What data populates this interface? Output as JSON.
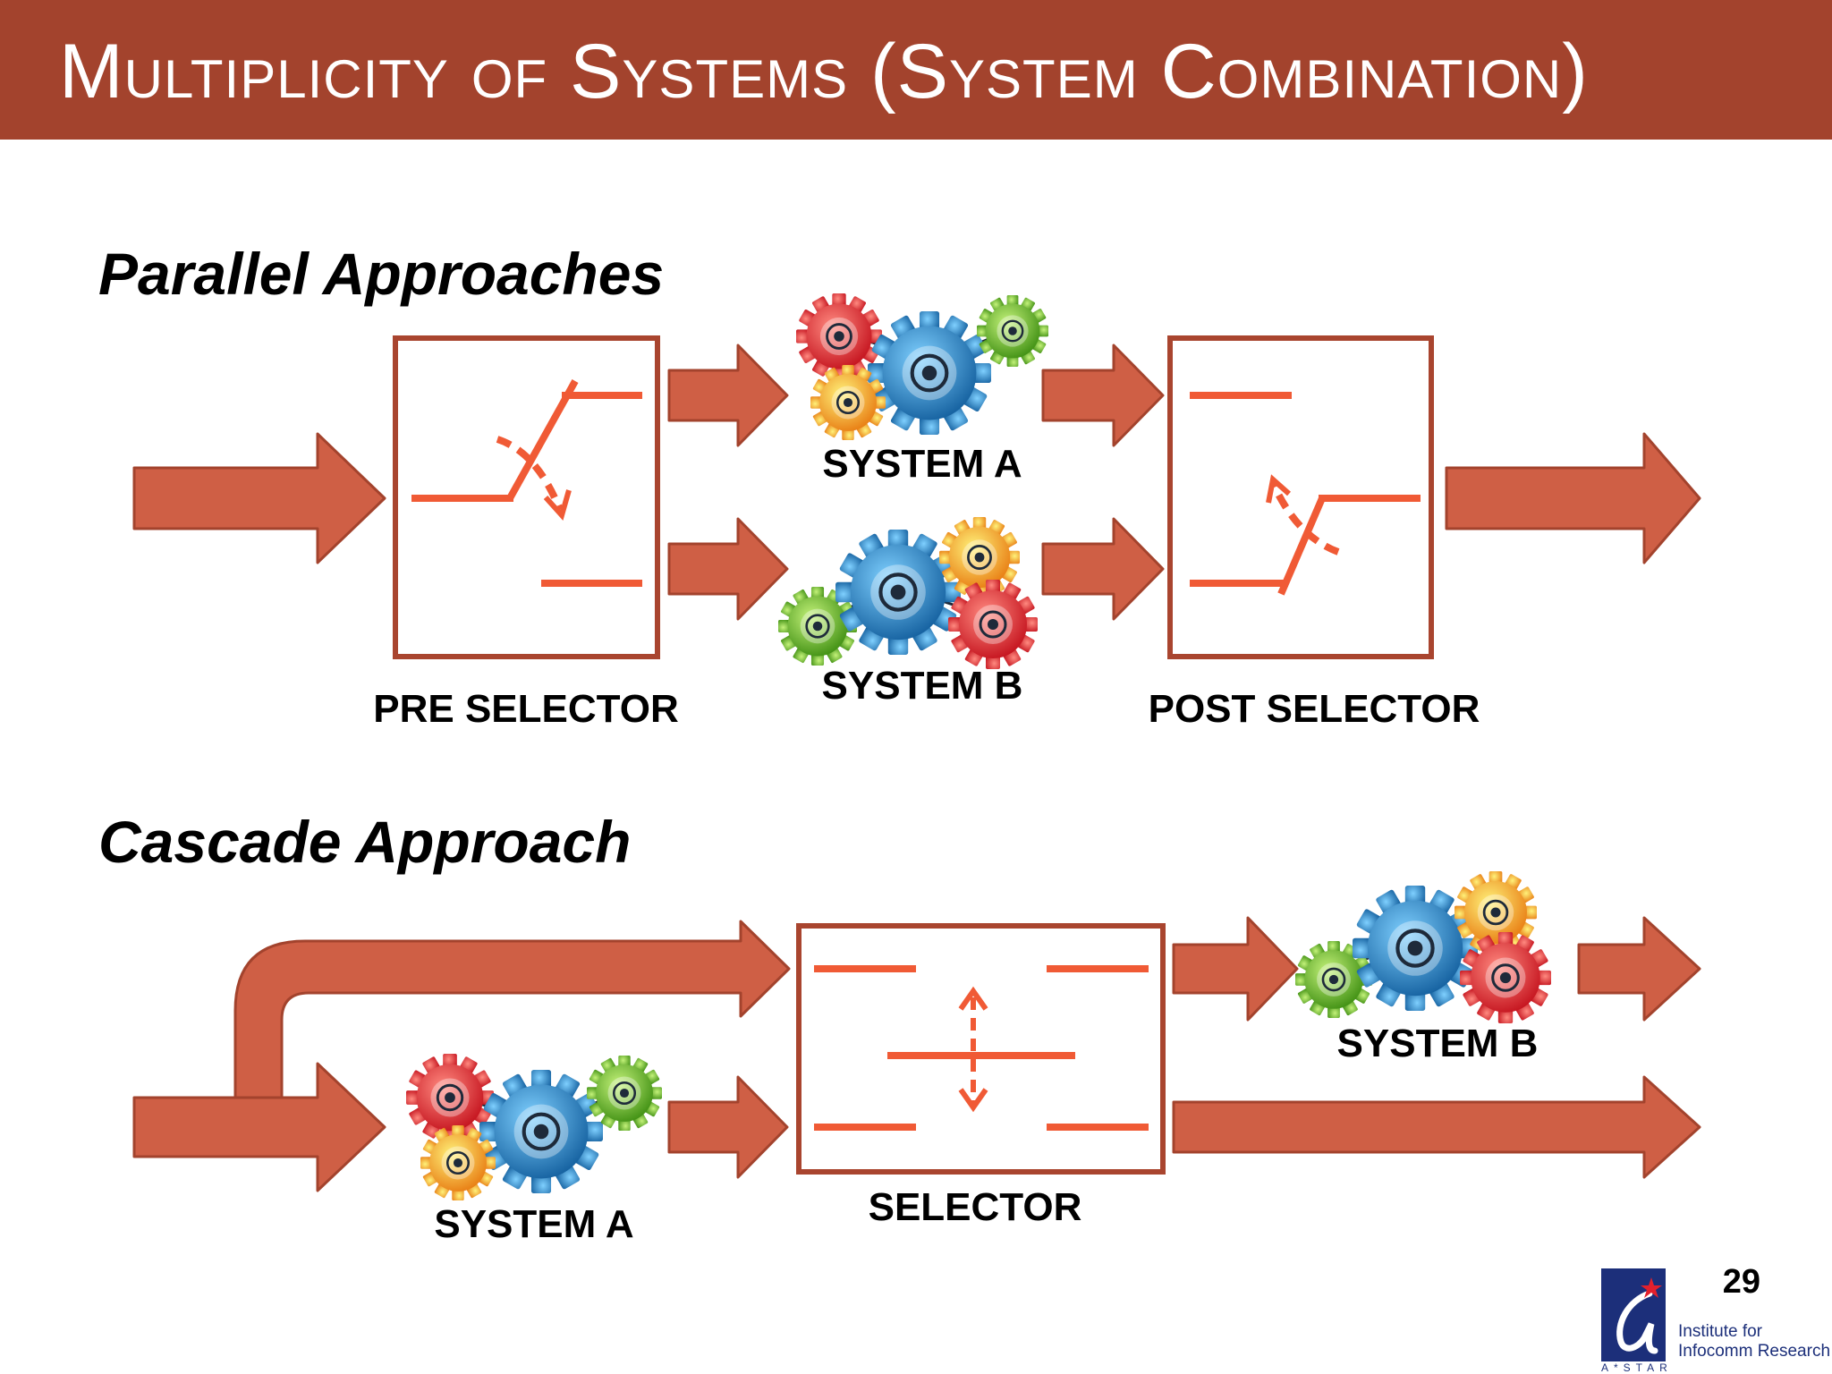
{
  "header": {
    "title": "Multiplicity of Systems (System Combination)"
  },
  "parallel": {
    "title": "Parallel Approaches",
    "pre_selector_label": "PRE SELECTOR",
    "system_a_label": "SYSTEM A",
    "system_b_label": "SYSTEM B",
    "post_selector_label": "POST SELECTOR"
  },
  "cascade": {
    "title": "Cascade Approach",
    "system_a_label": "SYSTEM A",
    "selector_label": "SELECTOR",
    "system_b_label": "SYSTEM B"
  },
  "footer": {
    "page_number": "29",
    "logo_line1": "Institute for",
    "logo_line2": "Infocomm Research",
    "logo_sub": "A*STAR"
  },
  "colors": {
    "header": "#a3432d",
    "arrow_fill": "#cf5f45",
    "arrow_stroke": "#a3432d",
    "box_stroke": "#a9452f",
    "switch_line": "#f05a35",
    "gear_red": "#e3202c",
    "gear_blue": "#1b8fd3",
    "gear_green": "#6cbd1f",
    "gear_yellow": "#f8b51b"
  }
}
